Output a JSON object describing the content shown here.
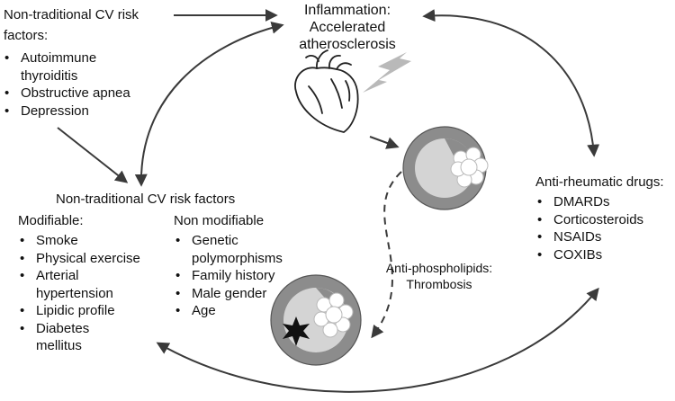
{
  "inflammation": {
    "title": "Inflammation:",
    "line2": "Accelerated",
    "line3": "atherosclerosis"
  },
  "nontrad_top": {
    "title_line1": "Non-traditional CV risk",
    "title_line2": "factors:",
    "items": [
      "Autoimmune thyroiditis",
      "Obstructive apnea",
      "Depression"
    ]
  },
  "nontrad_main": {
    "title": "Non-traditional CV risk factors",
    "modifiable": {
      "heading": "Modifiable:",
      "items": [
        "Smoke",
        "Physical exercise",
        "Arterial hypertension",
        "Lipidic profile",
        "Diabetes mellitus"
      ]
    },
    "non_modifiable": {
      "heading": "Non modifiable",
      "items": [
        "Genetic polymorphisms",
        "Family history",
        "Male gender",
        "Age"
      ]
    }
  },
  "antirheumatic": {
    "title": "Anti-rheumatic drugs:",
    "items": [
      "DMARDs",
      "Corticosteroids",
      "NSAIDs",
      "COXIBs"
    ]
  },
  "antiphospholipids": {
    "line1": "Anti-phospholipids:",
    "line2": "Thrombosis"
  },
  "colors": {
    "arrow": "#3a3a3a",
    "vessel_outer": "#8c8c8c",
    "vessel_lumen": "#d4d4d4",
    "plaque": "#ffffff",
    "lightning": "#b9b9b9",
    "clot": "#111111"
  }
}
